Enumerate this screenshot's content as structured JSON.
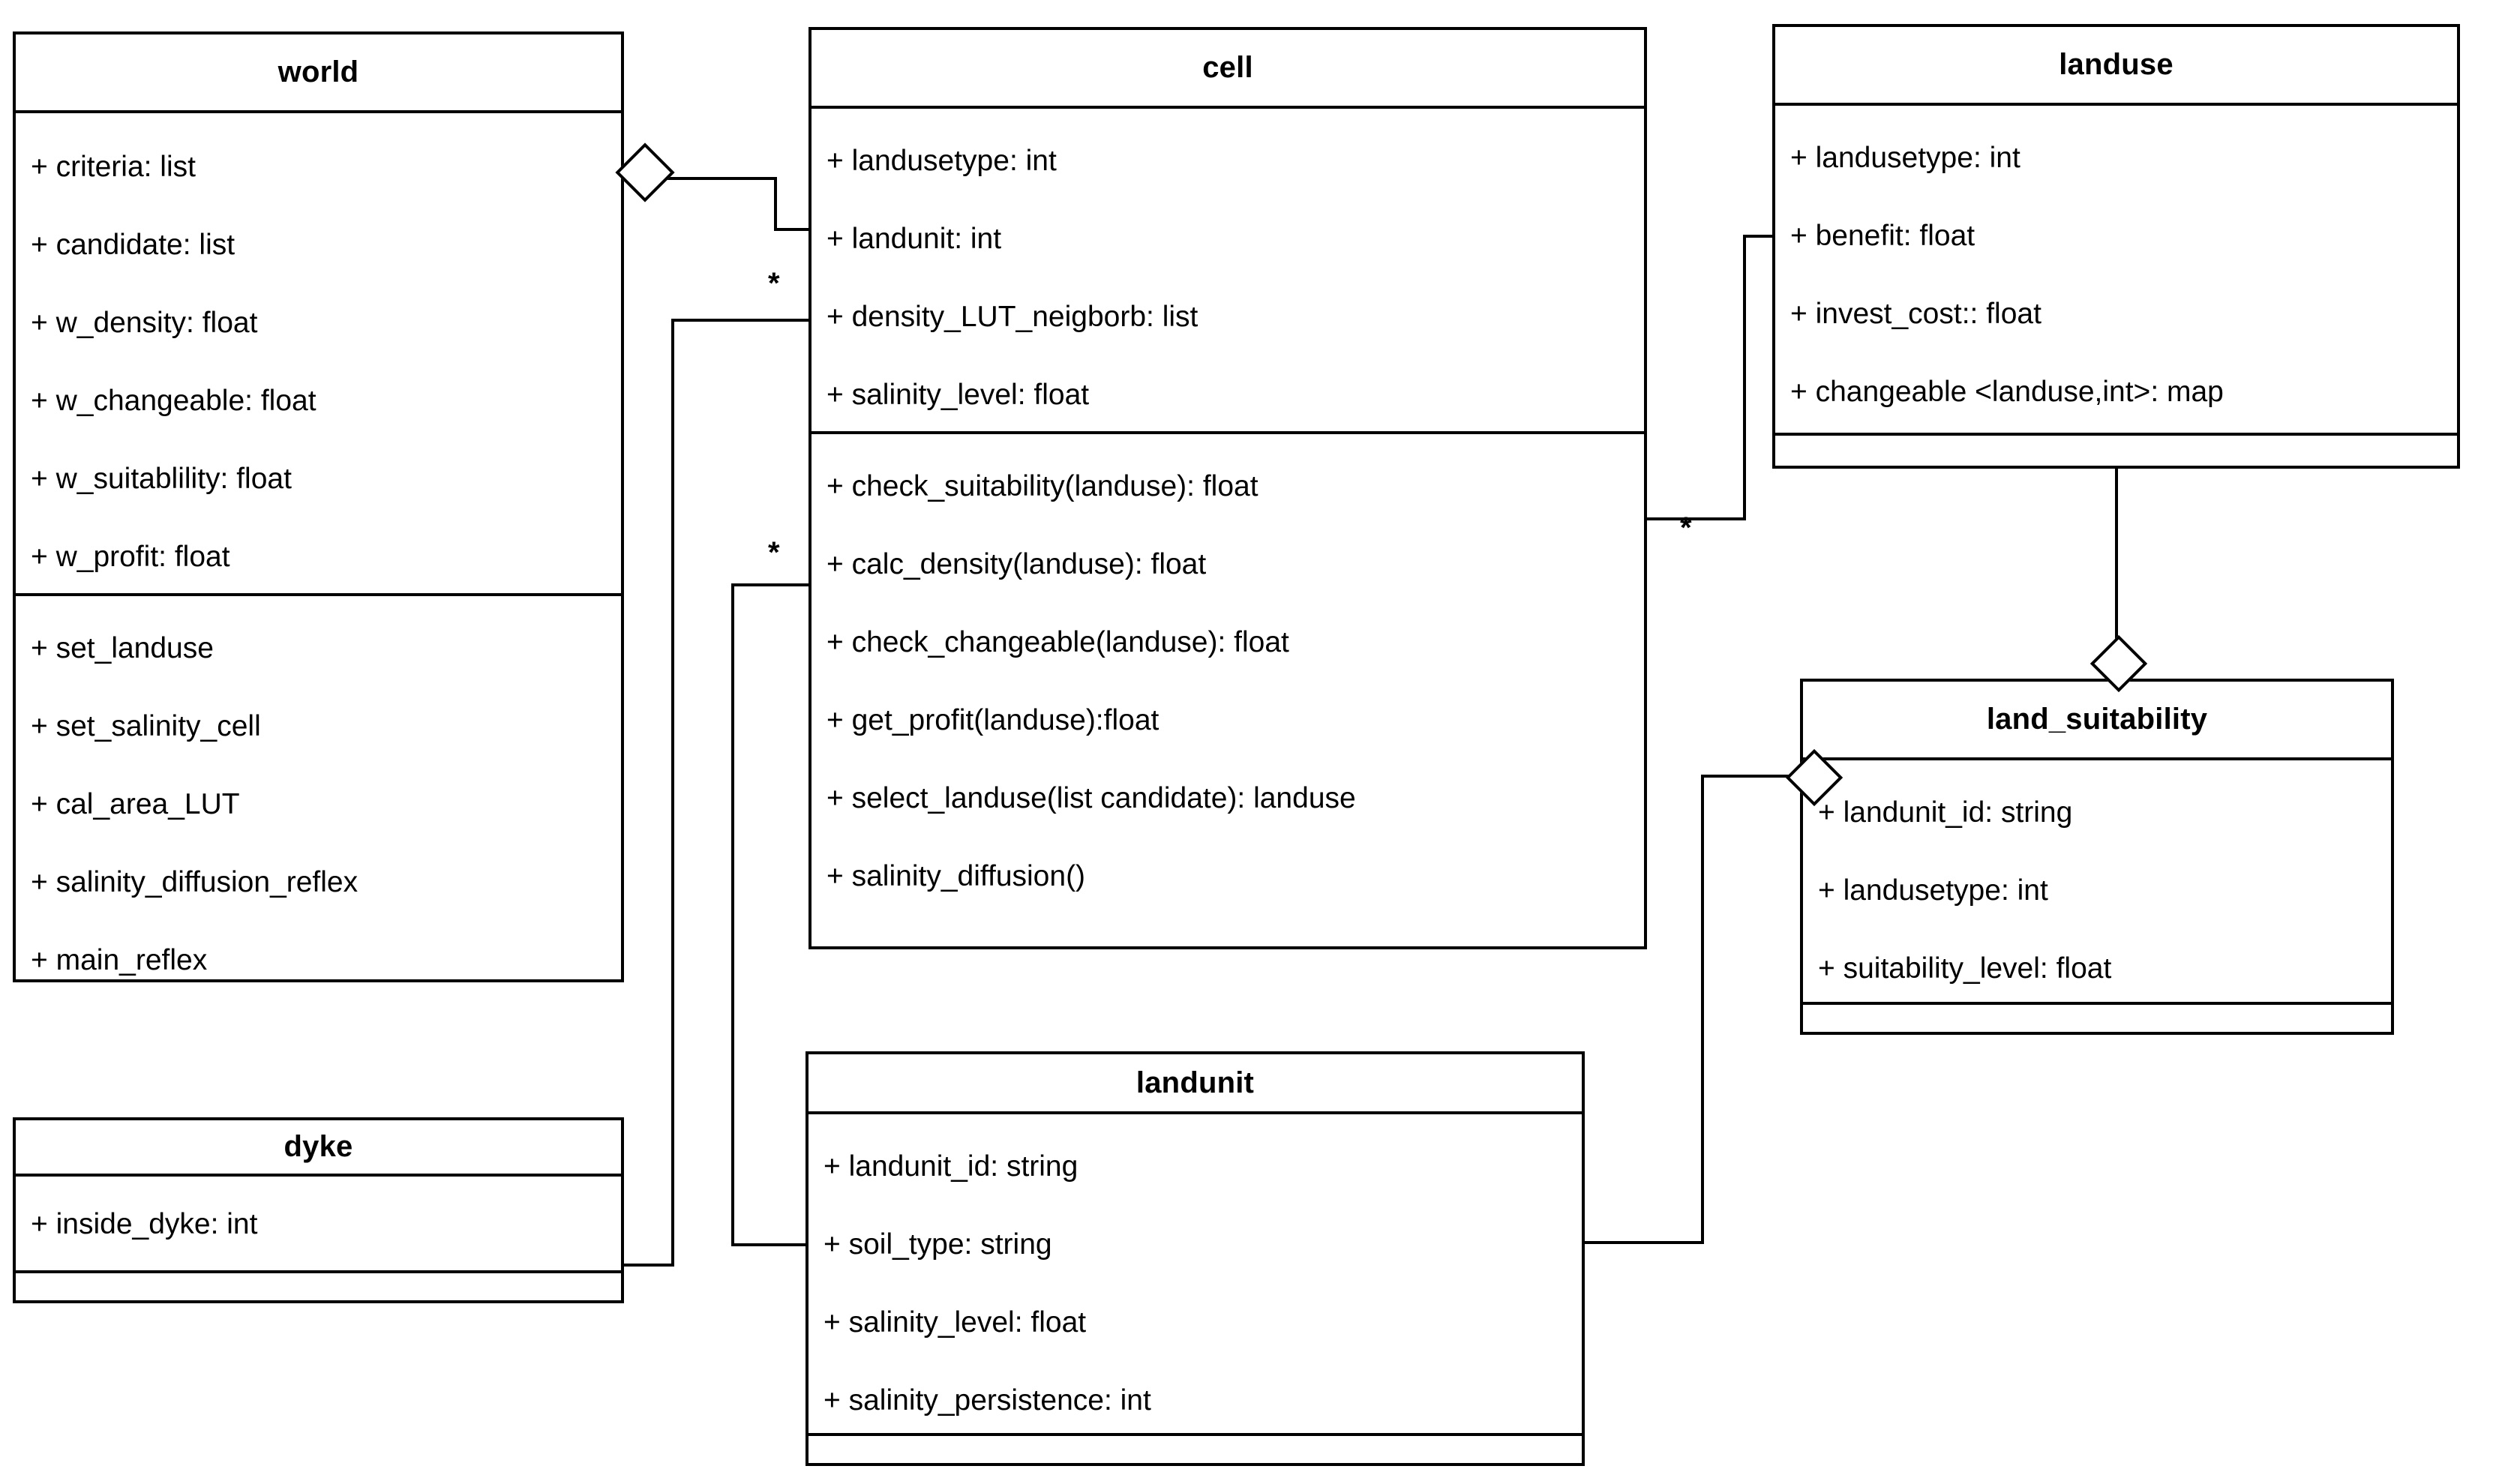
{
  "diagram": {
    "title": "UML class diagram",
    "classes": [
      {
        "id": "world",
        "name": "world",
        "attributes": [
          "+ criteria: list",
          "+ candidate: list",
          "+ w_density: float",
          "+ w_changeable: float",
          "+ w_suitablility: float",
          "+ w_profit: float"
        ],
        "methods": [
          "+ set_landuse",
          "+ set_salinity_cell",
          "+ cal_area_LUT",
          "+ salinity_diffusion_reflex",
          "+ main_reflex"
        ]
      },
      {
        "id": "cell",
        "name": "cell",
        "attributes": [
          "+ landusetype: int",
          "+ landunit: int",
          "+ density_LUT_neigborb: list",
          "+ salinity_level: float"
        ],
        "methods": [
          "+ check_suitability(landuse): float",
          "+ calc_density(landuse): float",
          "+ check_changeable(landuse): float",
          "+ get_profit(landuse):float",
          "+ select_landuse(list candidate): landuse",
          "+ salinity_diffusion()"
        ]
      },
      {
        "id": "landuse",
        "name": "landuse",
        "attributes": [
          "+ landusetype: int",
          "+ benefit: float",
          "+ invest_cost:: float",
          "+ changeable <landuse,int>: map"
        ],
        "methods": []
      },
      {
        "id": "land_suitability",
        "name": "land_suitability",
        "attributes": [
          "+ landunit_id: string",
          "+ landusetype: int",
          "+ suitability_level: float"
        ],
        "methods": []
      },
      {
        "id": "landunit",
        "name": "landunit",
        "attributes": [
          "+ landunit_id: string",
          "+ soil_type: string",
          "+ salinity_level: float",
          "+ salinity_persistence: int"
        ],
        "methods": []
      },
      {
        "id": "dyke",
        "name": "dyke",
        "attributes": [
          "+ inside_dyke: int"
        ],
        "methods": []
      }
    ],
    "relationships": [
      {
        "id": "world-cell",
        "from": "world",
        "to": "cell",
        "type": "aggregation",
        "multiplicity": "*"
      },
      {
        "id": "cell-dyke",
        "from": "cell",
        "to": "dyke",
        "type": "association",
        "multiplicity": "*"
      },
      {
        "id": "cell-landunit",
        "from": "cell",
        "to": "landunit",
        "type": "association",
        "multiplicity": "*"
      },
      {
        "id": "cell-landuse",
        "from": "cell",
        "to": "landuse",
        "type": "association",
        "multiplicity": "*"
      },
      {
        "id": "landuse-land-suitability",
        "from": "landuse",
        "to": "land_suitability",
        "type": "aggregation",
        "multiplicity": ""
      },
      {
        "id": "landunit-land-suitability",
        "from": "landunit",
        "to": "land_suitability",
        "type": "aggregation",
        "multiplicity": ""
      }
    ],
    "multiplicity_labels": {
      "world_cell": "*",
      "cell_dyke": "*",
      "cell_landunit": "*",
      "cell_landuse": "*"
    },
    "colors": {
      "stroke": "#000000",
      "fill": "#ffffff",
      "text": "#000000"
    }
  }
}
